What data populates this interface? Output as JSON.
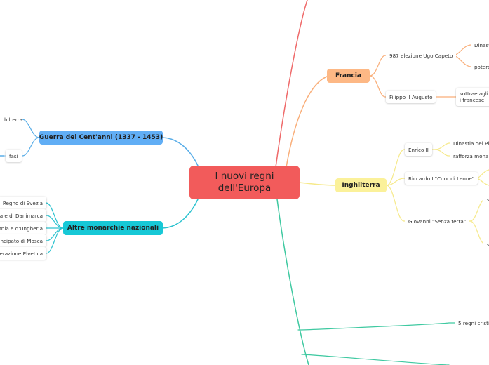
{
  "root": {
    "label": "I nuovi regni dell'Europa"
  },
  "colors": {
    "root": "#f25b5b",
    "red_branch": "#ef6a6a",
    "francia": "#fdb885",
    "francia_line": "#f9ae79",
    "inghilterra": "#fbf19a",
    "inghilterra_line": "#f6e98a",
    "guerra": "#61aef5",
    "guerra_line": "#5aaee8",
    "altre": "#17c8d6",
    "altre_line": "#2cc2cf",
    "green_line": "#3fc9a1"
  },
  "branches": {
    "francia": {
      "label": "Francia",
      "children": [
        {
          "label": "987 elezione Ugo Capeto",
          "children": [
            "Dinast",
            "potere"
          ]
        },
        {
          "label": "Filippo II Augusto",
          "children": [
            "sottrae agli i francese"
          ]
        }
      ]
    },
    "inghilterra": {
      "label": "Inghilterra",
      "children": [
        {
          "label": "Enrico II",
          "children": [
            "Dinastia dei Pl",
            "rafforza mona"
          ]
        },
        {
          "label": "Riccardo I \"Cuor di Leone\""
        },
        {
          "label": "Giovanni \"Senza terra\"",
          "children": [
            "s",
            "s"
          ]
        }
      ]
    },
    "guerra": {
      "label": "Guerra dei Cent'anni (1337 - 1453)",
      "children": [
        "hilterra",
        "fasi"
      ]
    },
    "altre": {
      "label": "Altre monarchie nazionali",
      "children": [
        "Regno di Svezia",
        "ia e di Danimarca",
        "onia e d'Ungheria",
        "rincipato di Mosca",
        "derazione Elvetica"
      ]
    },
    "green": {
      "children": [
        "5 regni cristi"
      ]
    }
  }
}
